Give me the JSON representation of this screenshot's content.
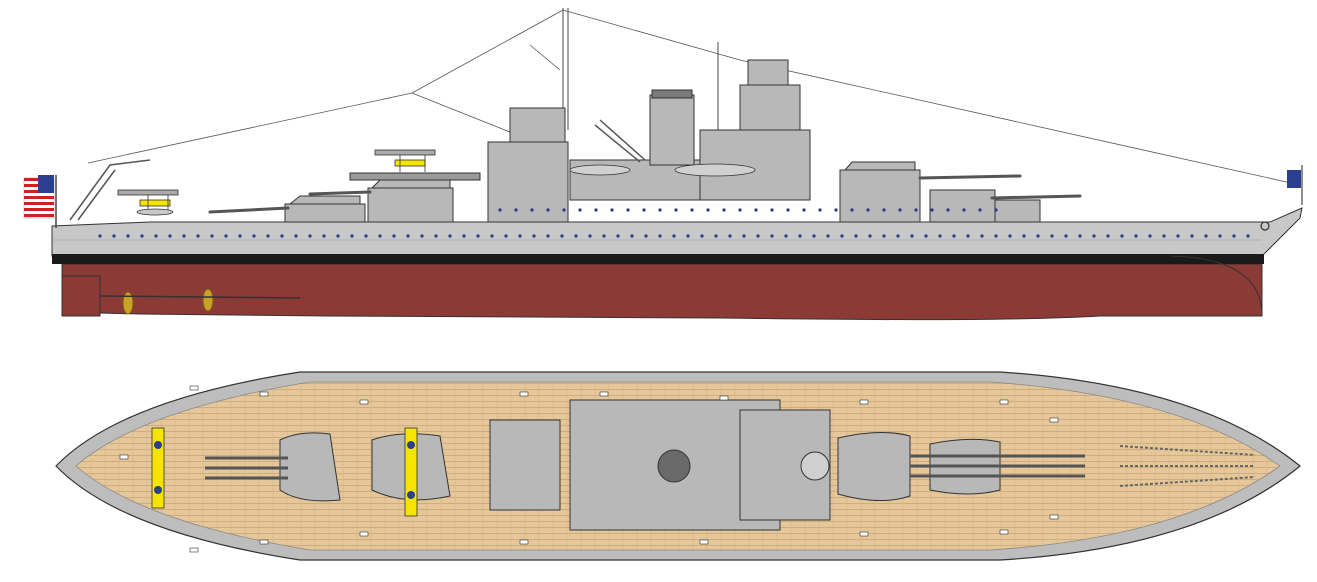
{
  "drawing": {
    "subject": "battleship",
    "views": [
      "side-profile",
      "top-plan"
    ],
    "colors": {
      "background": "#ffffff",
      "hull_gray": "#c8c8c8",
      "superstructure_gray": "#b8b8b8",
      "waterline_black": "#1a1a1a",
      "antifouling_red": "#8b3a36",
      "deck_wood": "#e6c79a",
      "porthole_blue": "#1f3c8c",
      "aircraft_yellow": "#f5e400",
      "propeller_gold": "#c9a227",
      "flag_red": "#d02020",
      "flag_blue": "#2a3f8f"
    }
  }
}
